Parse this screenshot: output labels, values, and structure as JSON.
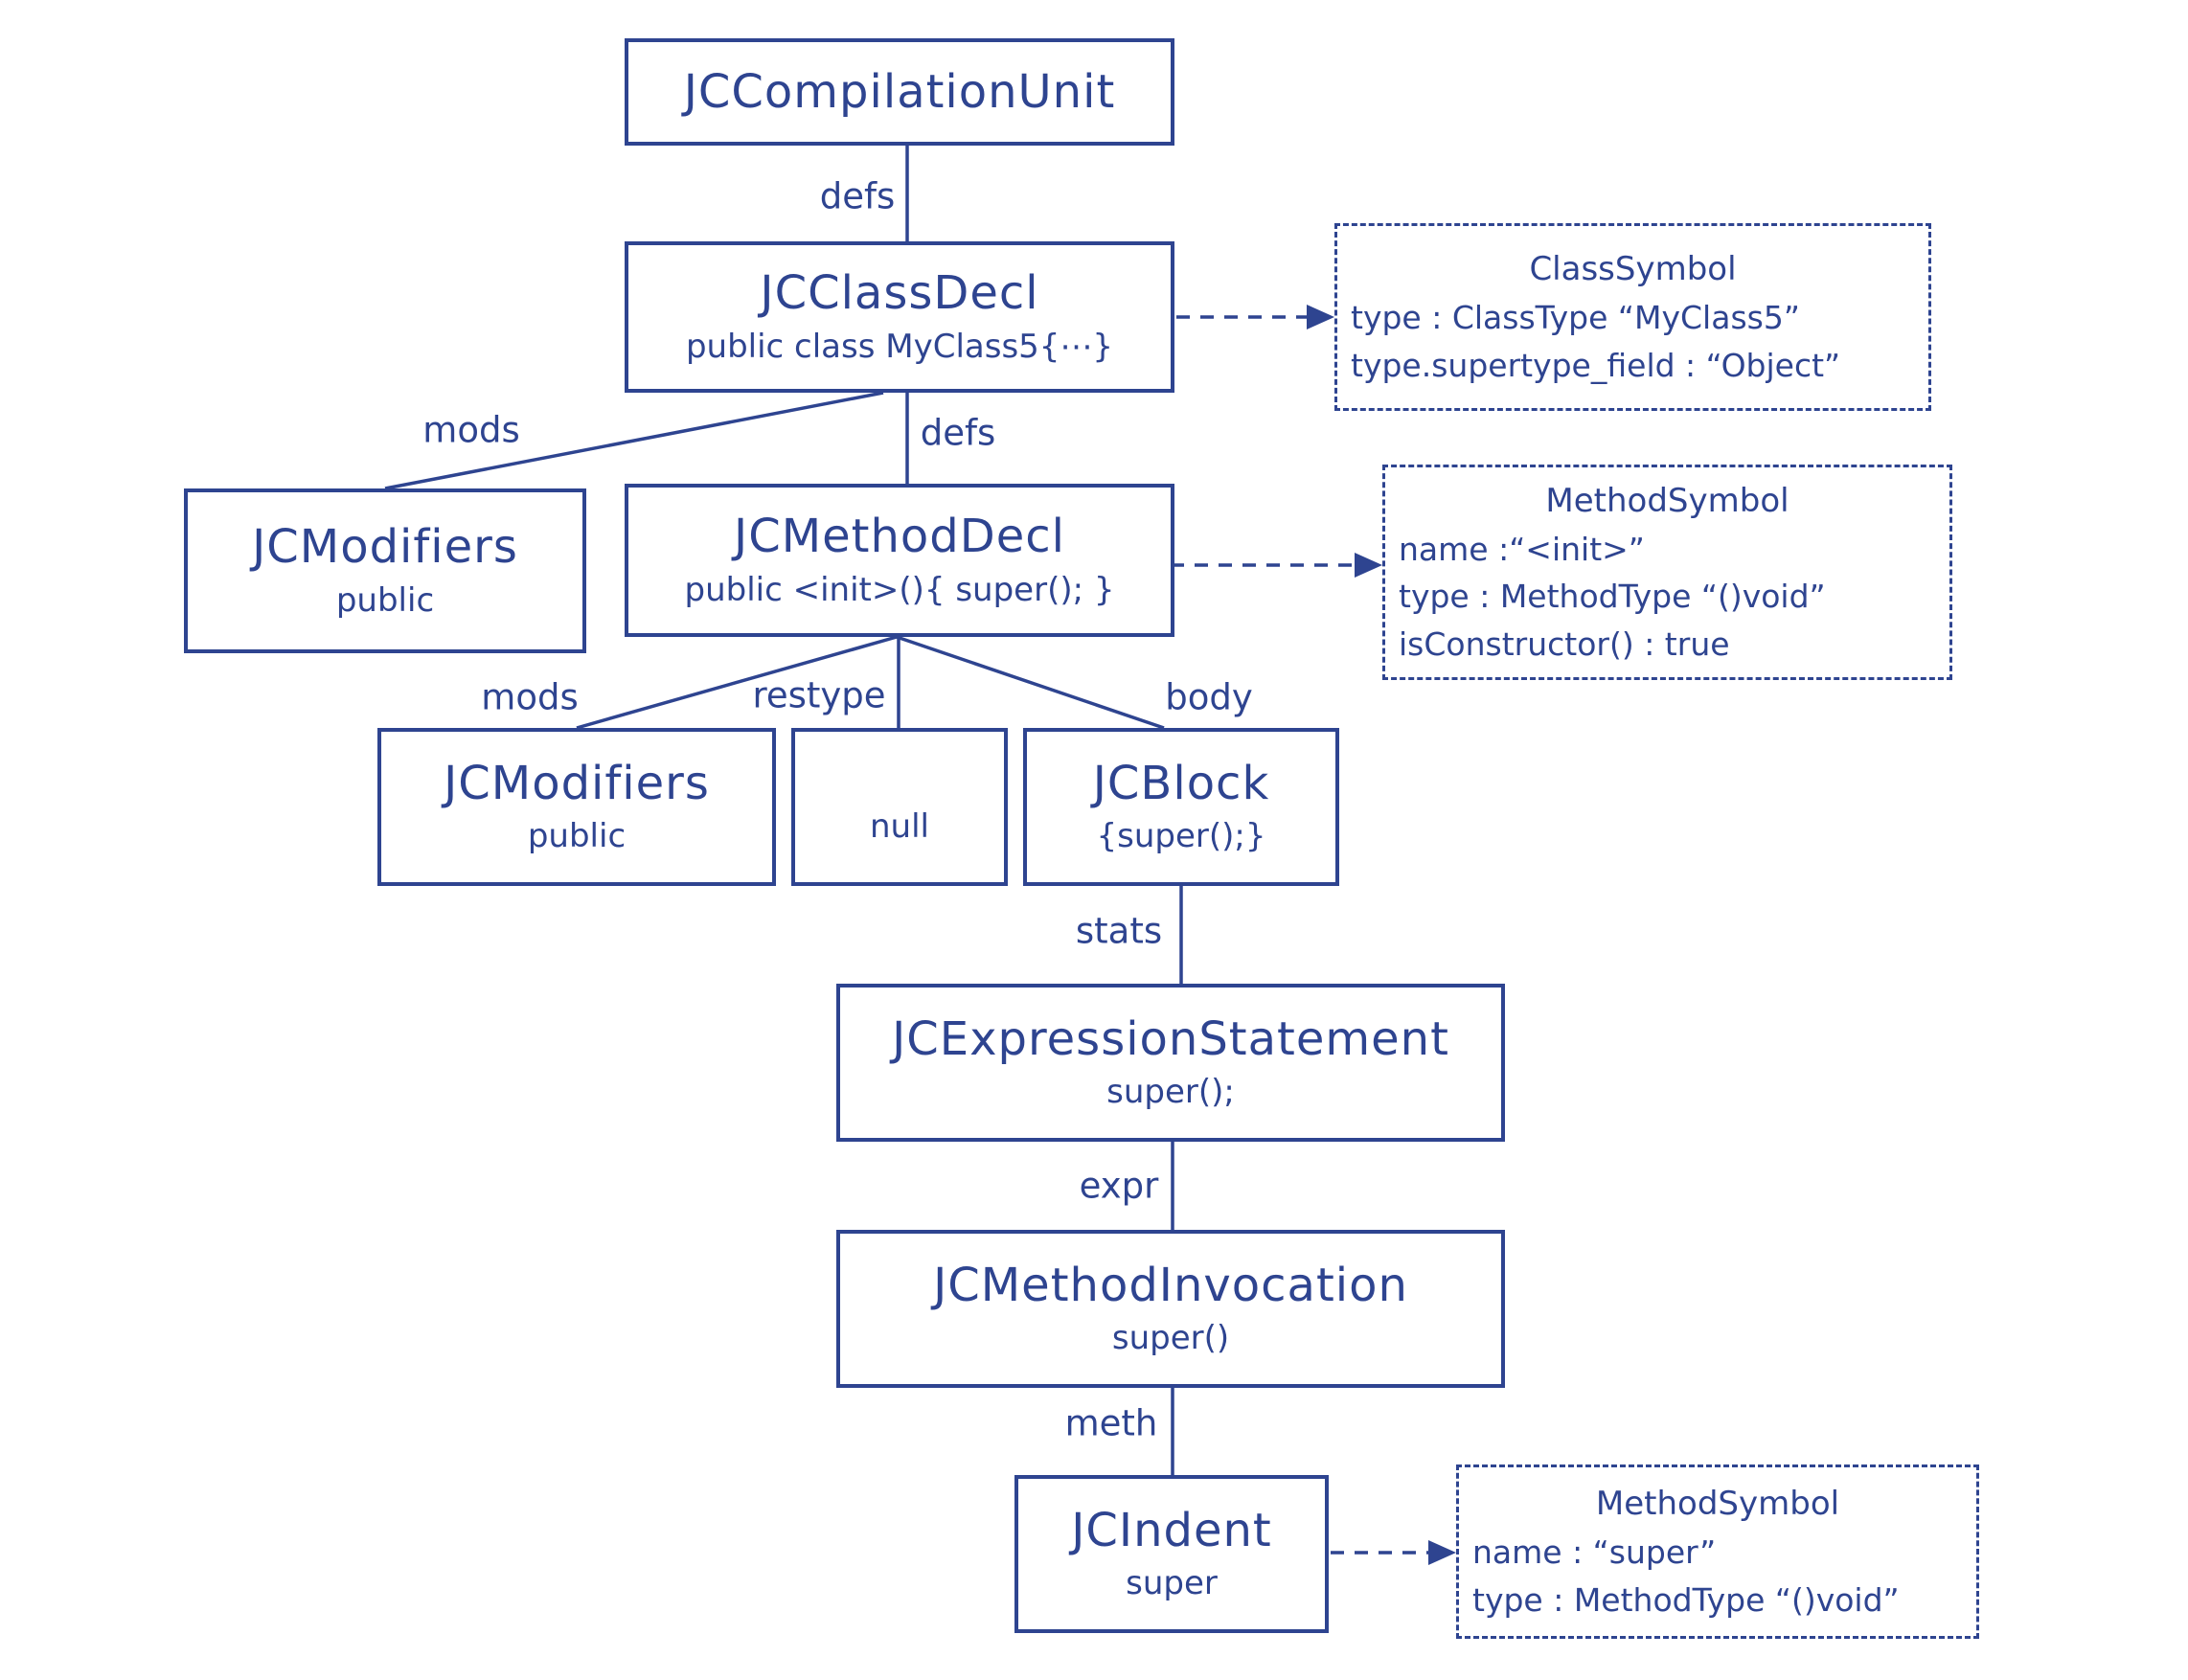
{
  "diagram": {
    "colors": {
      "ink": "#2e4490",
      "background": "#ffffff"
    },
    "nodes": [
      {
        "id": "jccompilationunit",
        "title": "JCCompilationUnit",
        "subtitle": null
      },
      {
        "id": "jcclassdecl",
        "title": "JCClassDecl",
        "subtitle": "public class MyClass5{⋯}"
      },
      {
        "id": "jcmodifiers-class",
        "title": "JCModifiers",
        "subtitle": "public"
      },
      {
        "id": "jcmethoddecl",
        "title": "JCMethodDecl",
        "subtitle": "public <init>(){ super(); }"
      },
      {
        "id": "jcmodifiers-method",
        "title": "JCModifiers",
        "subtitle": "public"
      },
      {
        "id": "null-node",
        "title": null,
        "subtitle": "null"
      },
      {
        "id": "jcblock",
        "title": "JCBlock",
        "subtitle": "{super();}"
      },
      {
        "id": "jcexpressionstatement",
        "title": "JCExpressionStatement",
        "subtitle": "super();"
      },
      {
        "id": "jcmethodinvocation",
        "title": "JCMethodInvocation",
        "subtitle": "super()"
      },
      {
        "id": "jcindent",
        "title": "JCIndent",
        "subtitle": "super"
      }
    ],
    "symbols": [
      {
        "id": "classsymbol",
        "title": "ClassSymbol",
        "lines": [
          "type : ClassType “MyClass5”",
          "type.supertype_field : “Object”"
        ]
      },
      {
        "id": "methodsymbol-init",
        "title": "MethodSymbol",
        "lines": [
          "name :“<init>”",
          "type : MethodType “()void”",
          "isConstructor() : true"
        ]
      },
      {
        "id": "methodsymbol-super",
        "title": "MethodSymbol",
        "lines": [
          "name : “super”",
          "type : MethodType “()void”"
        ]
      }
    ],
    "edge_labels": [
      {
        "id": "defs-1",
        "text": "defs"
      },
      {
        "id": "defs-2",
        "text": "defs"
      },
      {
        "id": "mods-1",
        "text": "mods"
      },
      {
        "id": "mods-2",
        "text": "mods"
      },
      {
        "id": "restype",
        "text": "restype"
      },
      {
        "id": "body",
        "text": "body"
      },
      {
        "id": "stats",
        "text": "stats"
      },
      {
        "id": "expr",
        "text": "expr"
      },
      {
        "id": "meth",
        "text": "meth"
      }
    ]
  }
}
